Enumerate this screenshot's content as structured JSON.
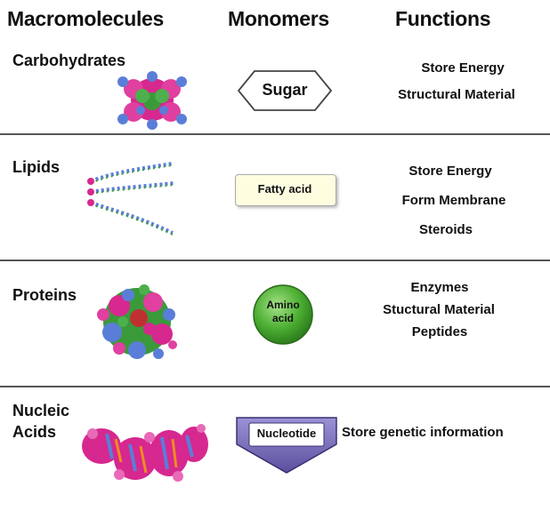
{
  "headers": {
    "macromolecules": "Macromolecules",
    "monomers": "Monomers",
    "functions": "Functions"
  },
  "rows": [
    {
      "name": "Carbohydrates",
      "monomer": "Sugar",
      "monomer_shape": "hexagon",
      "functions": [
        "Store Energy",
        "Structural Material"
      ]
    },
    {
      "name": "Lipids",
      "monomer": "Fatty acid",
      "monomer_shape": "rounded-rectangle",
      "functions": [
        "Store Energy",
        "Form Membrane",
        "Steroids"
      ]
    },
    {
      "name": "Proteins",
      "monomer": "Amino acid",
      "monomer_shape": "circle",
      "functions": [
        "Enzymes",
        "Stuctural Material",
        "Peptides"
      ]
    },
    {
      "name": "Nucleic Acids",
      "monomer": "Nucleotide",
      "monomer_shape": "pentagon",
      "functions": [
        "Store genetic information"
      ]
    }
  ],
  "colors": {
    "separator": "#555555",
    "sugar_fill": "#ffffff",
    "fatty_acid_fill": "#fffde0",
    "amino_acid_fill": "#4caf32",
    "nucleotide_fill": "#7b72b8",
    "molecule_magenta": "#d6288f",
    "molecule_green": "#3a9a3a",
    "molecule_blue": "#5a7ed8"
  }
}
